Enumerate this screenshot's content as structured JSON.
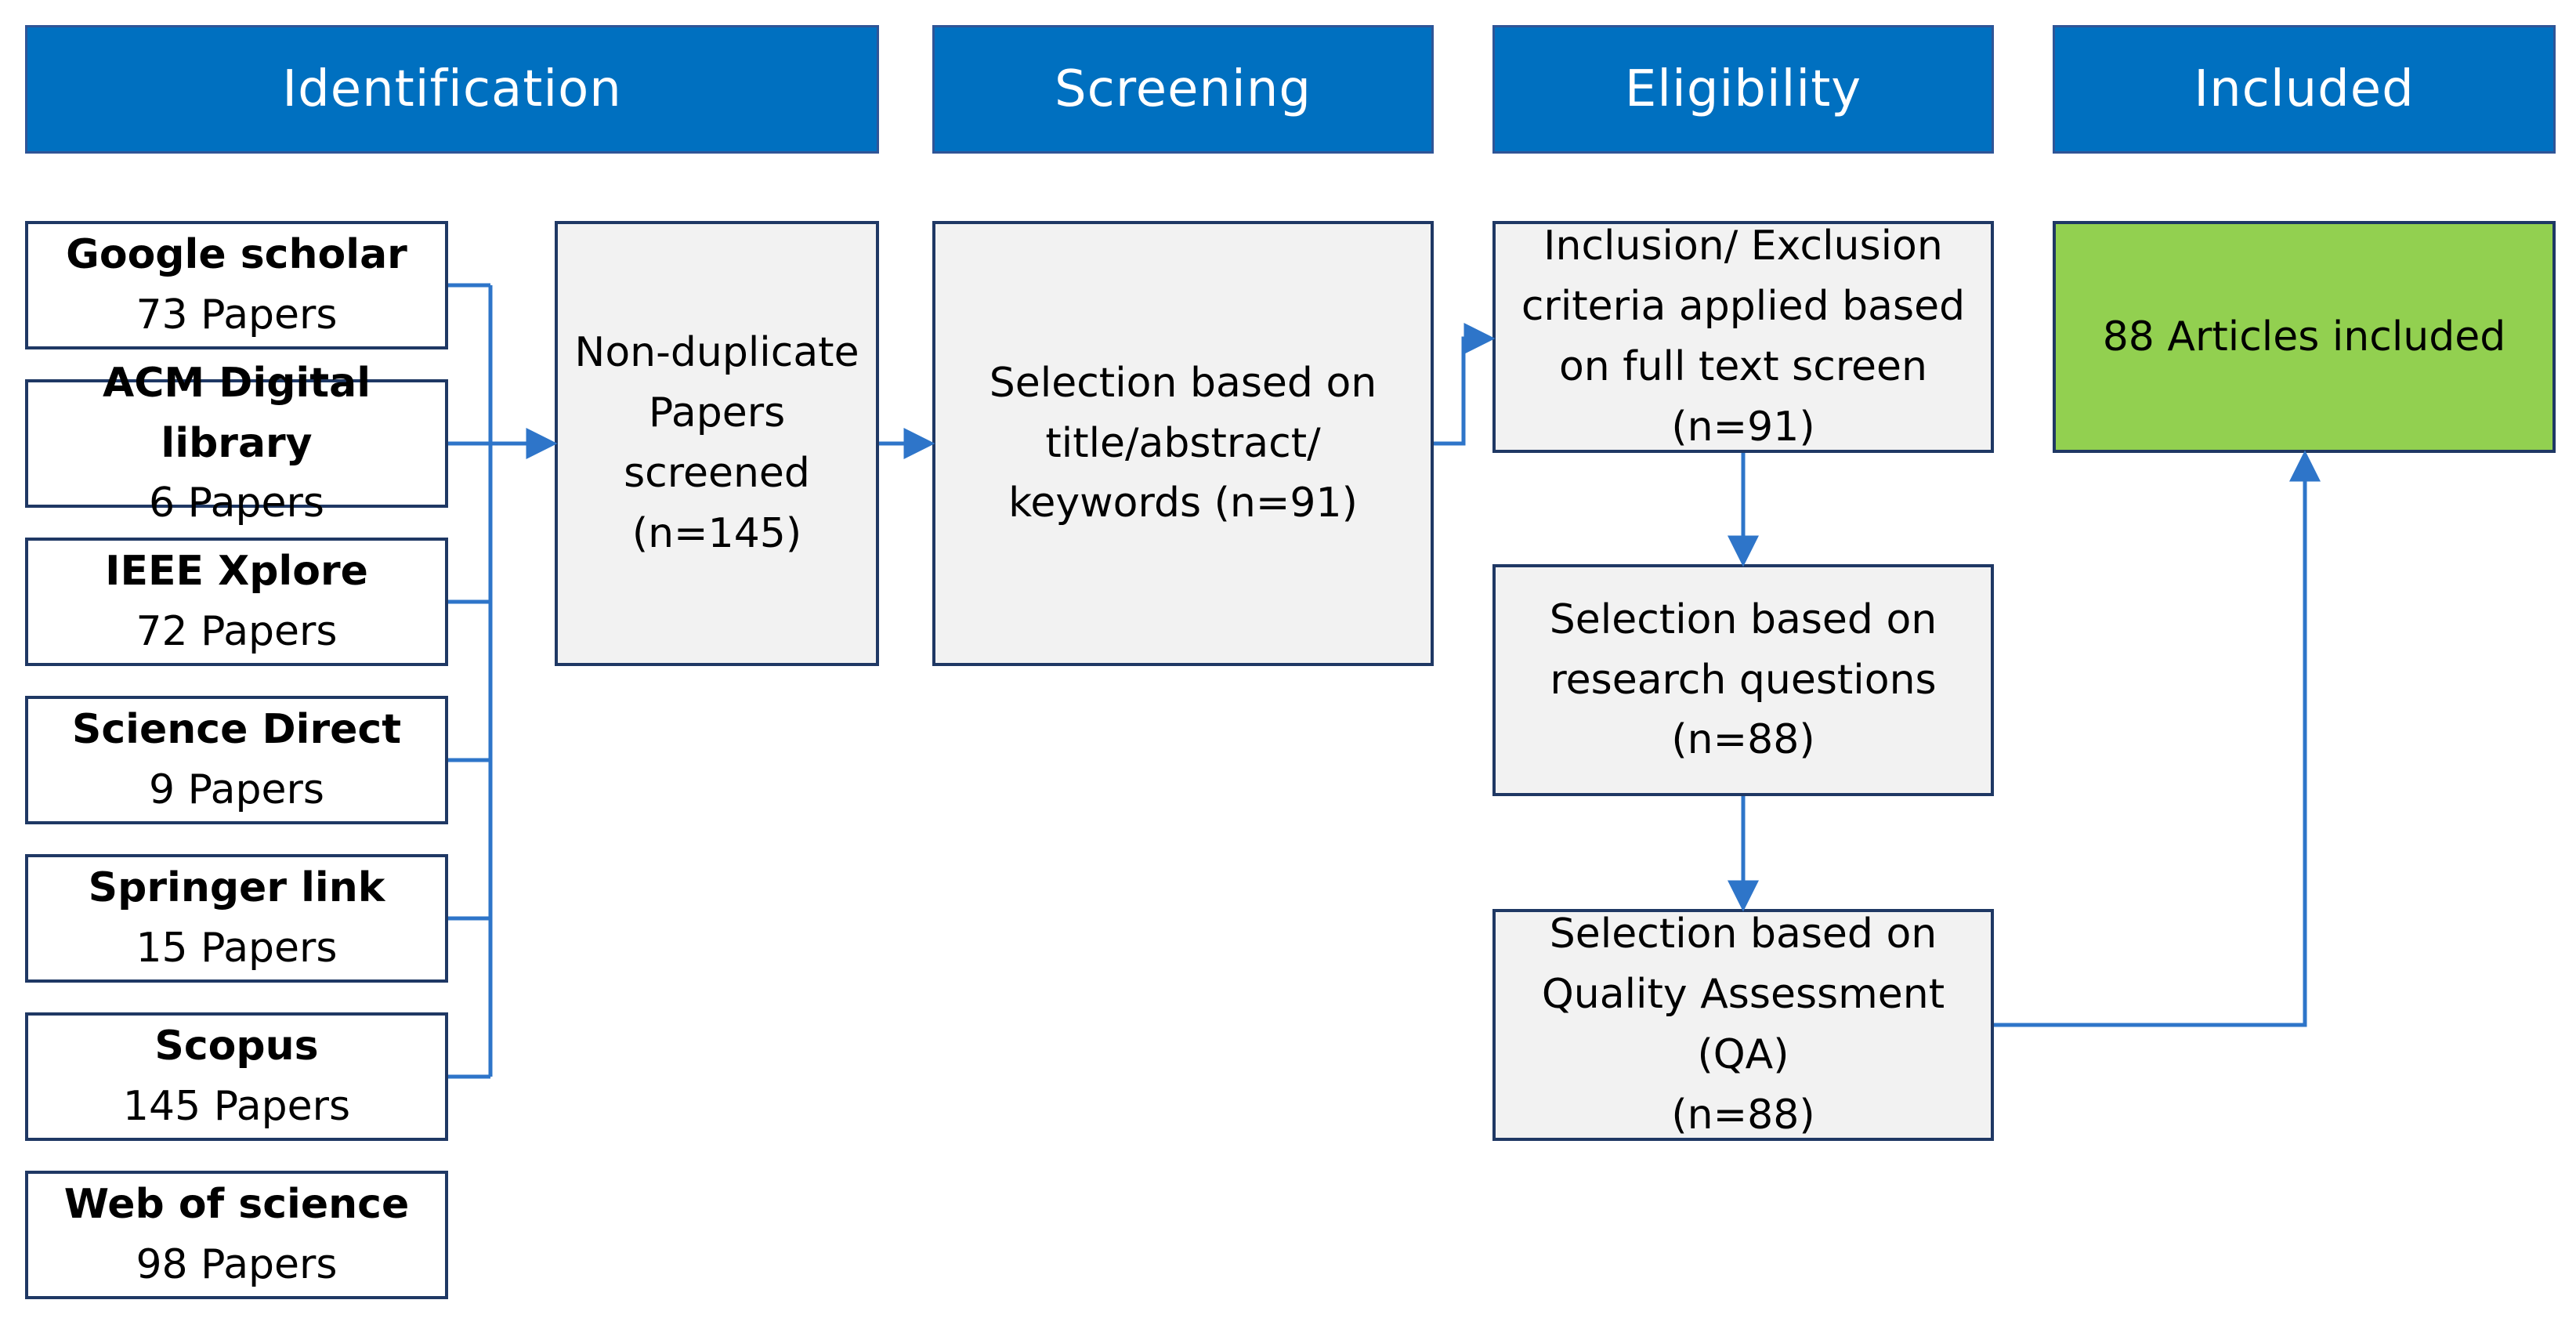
{
  "colors": {
    "header_fill": "#0070c0",
    "box_border": "#1f3864",
    "process_fill": "#f2f2f2",
    "included_fill": "#92d050",
    "arrow": "#2e75c9"
  },
  "stages": [
    {
      "label": "Identification"
    },
    {
      "label": "Screening"
    },
    {
      "label": "Eligibility"
    },
    {
      "label": "Included"
    }
  ],
  "sources": [
    {
      "name": "Google scholar",
      "count": "73 Papers"
    },
    {
      "name": "ACM Digital library",
      "count": "6 Papers"
    },
    {
      "name": "IEEE Xplore",
      "count": "72 Papers"
    },
    {
      "name": "Science Direct",
      "count": "9 Papers"
    },
    {
      "name": "Springer link",
      "count": "15 Papers"
    },
    {
      "name": "Scopus",
      "count": "145 Papers"
    },
    {
      "name": "Web of science",
      "count": "98 Papers"
    }
  ],
  "nondup": {
    "lines": [
      "Non-duplicate",
      "Papers",
      "screened",
      "(n=145)"
    ]
  },
  "screening": {
    "lines": [
      "Selection based on",
      "title/abstract/",
      "keywords (n=91)"
    ]
  },
  "eligibility": [
    {
      "lines": [
        "Inclusion/ Exclusion",
        "criteria applied based",
        "on full text screen",
        "(n=91)"
      ]
    },
    {
      "lines": [
        "Selection based on",
        "research questions",
        "(n=88)"
      ]
    },
    {
      "lines": [
        "Selection based on",
        "Quality Assessment",
        "(QA)",
        "(n=88)"
      ]
    }
  ],
  "included": {
    "label": "88 Articles included"
  }
}
